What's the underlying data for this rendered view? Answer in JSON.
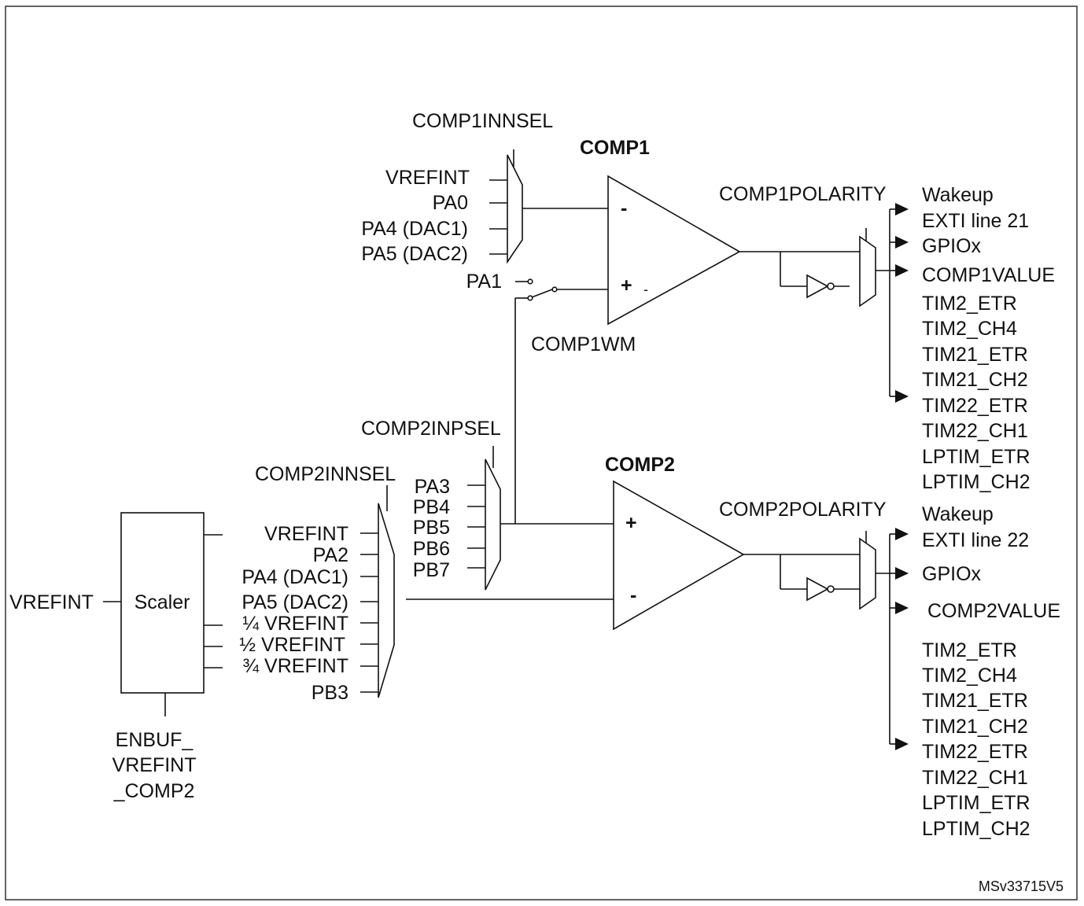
{
  "comp1": {
    "title": "COMP1",
    "innsel_label": "COMP1INNSEL",
    "inm_inputs": [
      "VREFINT",
      "PA0",
      "PA4 (DAC1)",
      "PA5 (DAC2)"
    ],
    "pa1_label": "PA1",
    "wm_label": "COMP1WM",
    "minus_sign": "-",
    "plus_sign": "+",
    "plus_minus_small": "-",
    "polarity_label": "COMP1POLARITY",
    "outputs": [
      "Wakeup",
      "EXTI line 21",
      "GPIOx",
      "COMP1VALUE",
      "TIM2_ETR",
      "TIM2_CH4",
      "TIM21_ETR",
      "TIM21_CH2",
      "TIM22_ETR",
      "TIM22_CH1",
      "LPTIM_ETR",
      "LPTIM_CH2"
    ]
  },
  "comp2": {
    "title": "COMP2",
    "inpsel_label": "COMP2INPSEL",
    "inp_inputs": [
      "PA3",
      "PB4",
      "PB5",
      "PB6",
      "PB7"
    ],
    "innsel_label": "COMP2INNSEL",
    "inm_inputs": [
      "VREFINT",
      "PA2",
      "PA4 (DAC1)",
      "PA5 (DAC2)",
      "¼ VREFINT",
      "½ VREFINT",
      "¾ VREFINT",
      "PB3"
    ],
    "plus_sign": "+",
    "minus_sign": "-",
    "polarity_label": "COMP2POLARITY",
    "outputs": [
      "Wakeup",
      "EXTI line 22",
      "GPIOx",
      "COMP2VALUE",
      "TIM2_ETR",
      "TIM2_CH4",
      "TIM21_ETR",
      "TIM21_CH2",
      "TIM22_ETR",
      "TIM22_CH1",
      "LPTIM_ETR",
      "LPTIM_CH2"
    ]
  },
  "scaler": {
    "label": "Scaler",
    "input_label": "VREFINT",
    "enable_label_lines": [
      "ENBUF_",
      "VREFINT",
      "_COMP2"
    ]
  },
  "figure_id": "MSv33715V5"
}
